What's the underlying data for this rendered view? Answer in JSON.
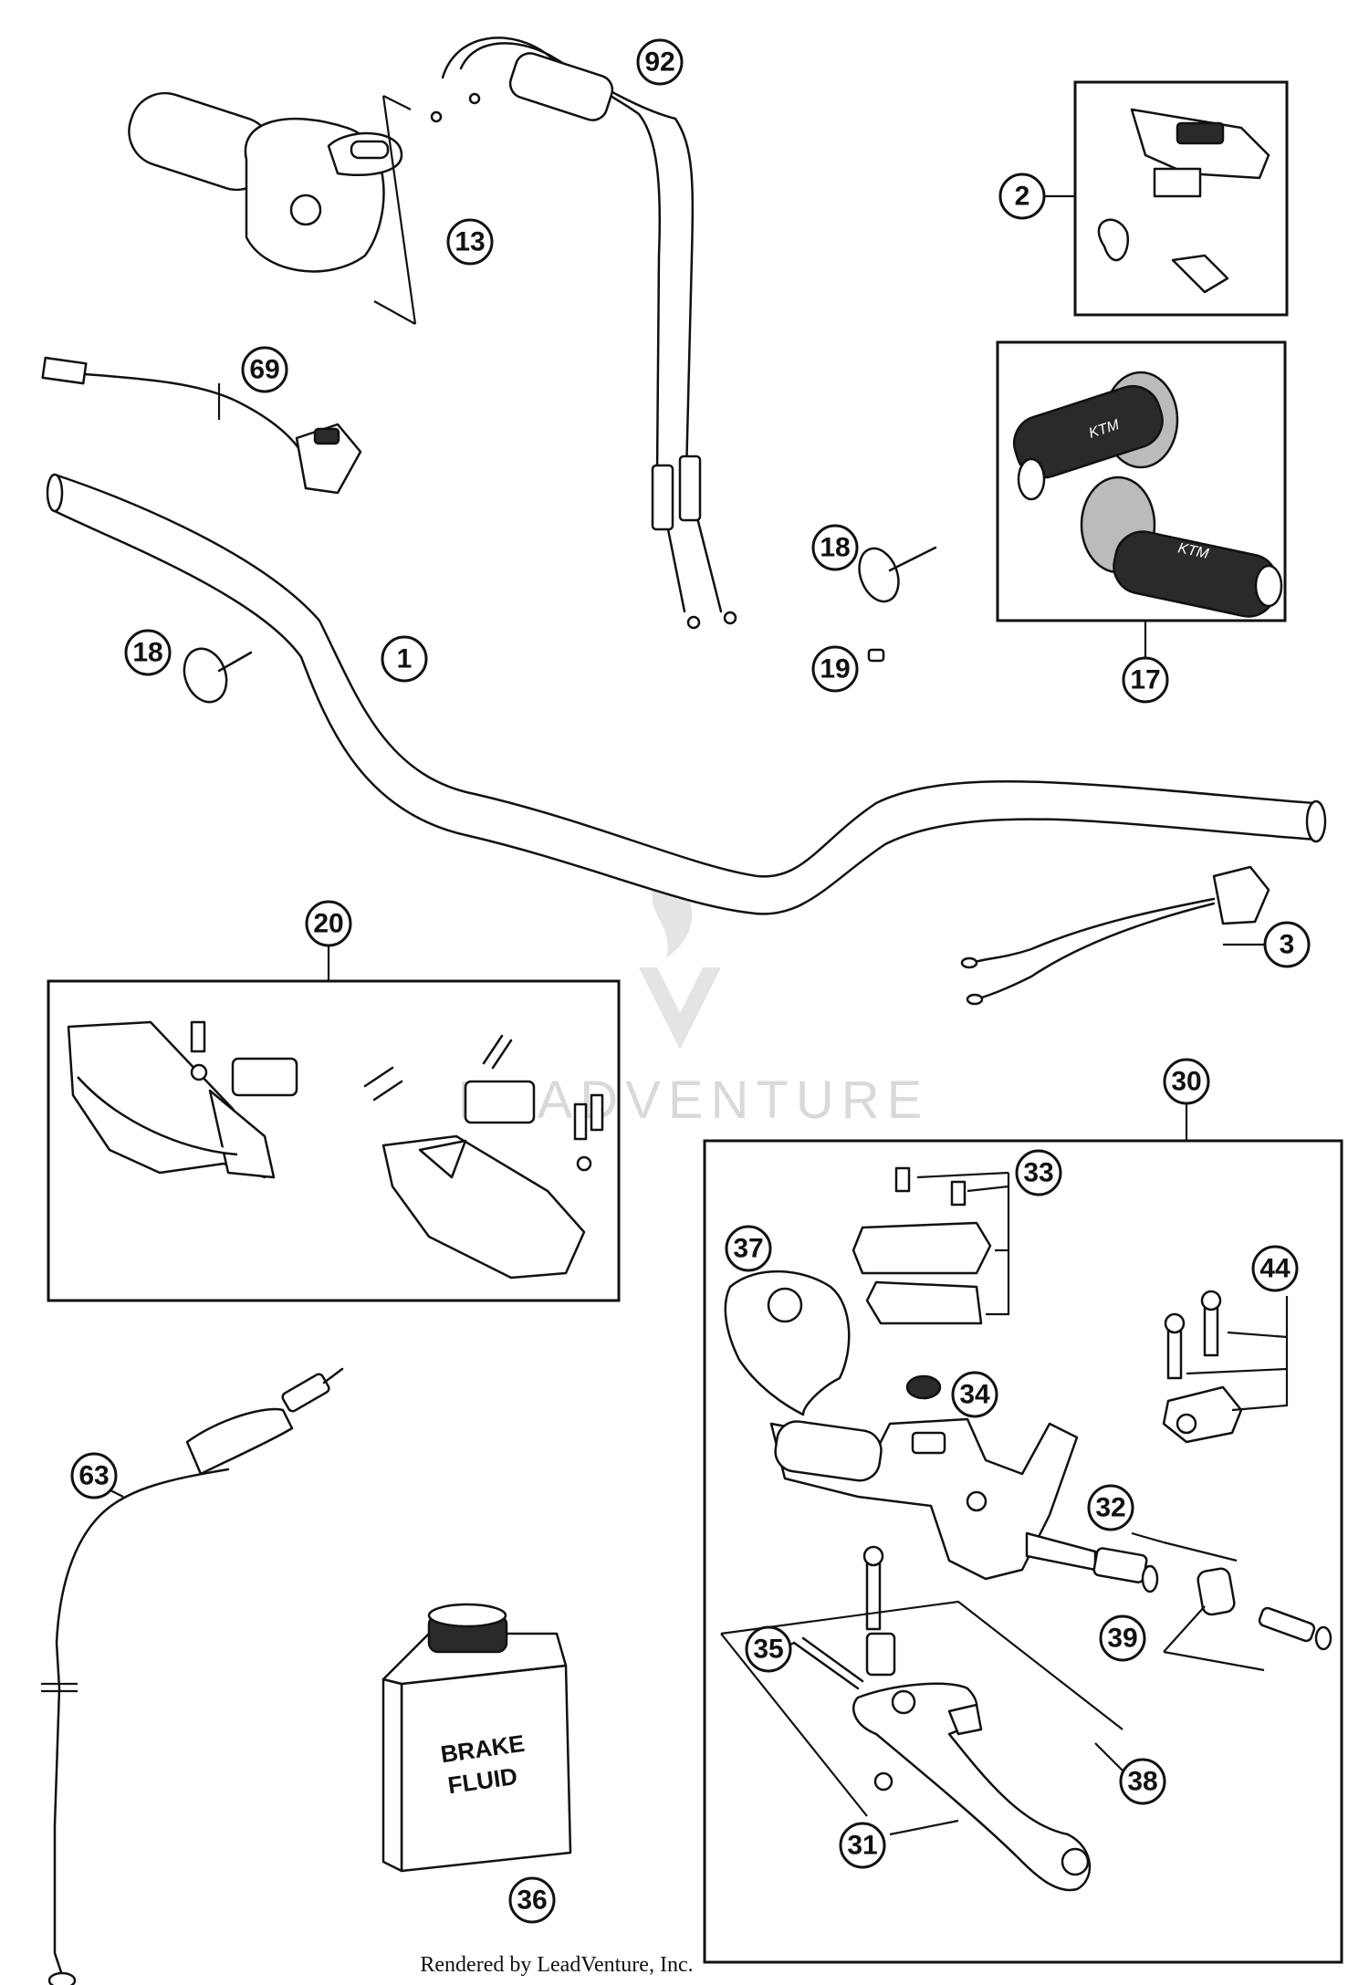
{
  "callouts": [
    {
      "id": "c92",
      "label": "92"
    },
    {
      "id": "c13",
      "label": "13"
    },
    {
      "id": "c2",
      "label": "2"
    },
    {
      "id": "c69",
      "label": "69"
    },
    {
      "id": "c18a",
      "label": "18"
    },
    {
      "id": "c18b",
      "label": "18"
    },
    {
      "id": "c19",
      "label": "19"
    },
    {
      "id": "c1",
      "label": "1"
    },
    {
      "id": "c17",
      "label": "17"
    },
    {
      "id": "c20",
      "label": "20"
    },
    {
      "id": "c3",
      "label": "3"
    },
    {
      "id": "c30",
      "label": "30"
    },
    {
      "id": "c33",
      "label": "33"
    },
    {
      "id": "c37",
      "label": "37"
    },
    {
      "id": "c44",
      "label": "44"
    },
    {
      "id": "c34",
      "label": "34"
    },
    {
      "id": "c63",
      "label": "63"
    },
    {
      "id": "c32",
      "label": "32"
    },
    {
      "id": "c35",
      "label": "35"
    },
    {
      "id": "c39",
      "label": "39"
    },
    {
      "id": "c38",
      "label": "38"
    },
    {
      "id": "c31",
      "label": "31"
    },
    {
      "id": "c36",
      "label": "36"
    }
  ],
  "fluid_can": {
    "line1": "BRAKE",
    "line2": "FLUID"
  },
  "grip_brand": "KTM",
  "watermark": "LEADVENTURE",
  "credit": "Rendered by LeadVenture, Inc."
}
